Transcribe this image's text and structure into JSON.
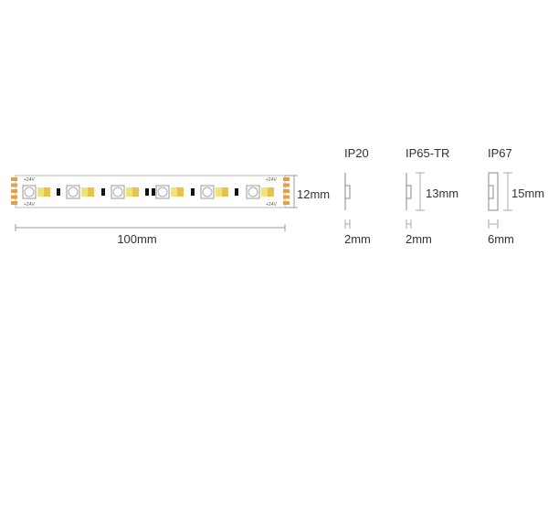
{
  "strip": {
    "voltage_label": "+24V",
    "width_label": "12mm",
    "length_label": "100mm",
    "led_count": 6
  },
  "profiles": [
    {
      "name": "IP20",
      "base_width": "2mm"
    },
    {
      "name": "IP65-TR",
      "height": "13mm",
      "base_width": "2mm"
    },
    {
      "name": "IP67",
      "height": "15mm",
      "base_width": "6mm"
    }
  ],
  "colors": {
    "pad": "#e0a050",
    "chip_light": "#f3e27a",
    "chip_dark": "#e9c24a",
    "line": "#999999"
  }
}
